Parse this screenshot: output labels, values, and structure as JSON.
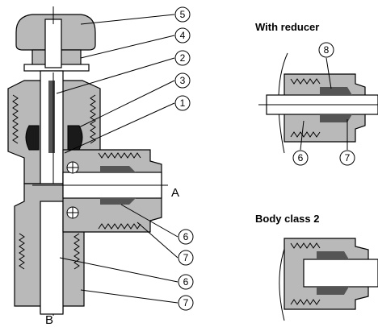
{
  "callouts": {
    "c1": "1",
    "c2": "2",
    "c3": "3",
    "c4": "4",
    "c5": "5",
    "c6a": "6",
    "c7a": "7",
    "c6b": "6",
    "c7b": "7",
    "r6": "6",
    "r7": "7",
    "r8": "8"
  },
  "ports": {
    "a": "A",
    "b": "B"
  },
  "sections": {
    "with_reducer": "With reducer",
    "body_class_2": "Body class 2"
  }
}
